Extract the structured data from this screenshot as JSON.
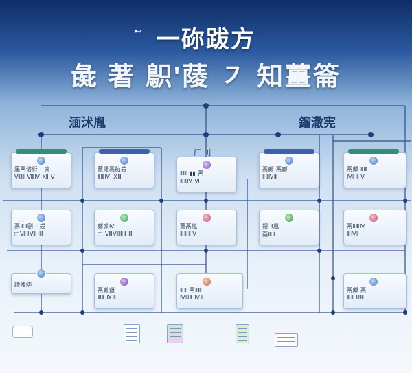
{
  "header": {
    "title_line1": "一䂧跋方",
    "title_line2": "彘 著 䳅'䔖 ㇇ 知薑䈁"
  },
  "sections": {
    "left": "湎沭胤",
    "right": "鎦潵宪",
    "middle_mini": "厂 刂"
  },
  "colors": {
    "bar_green": "#2f8f7a",
    "bar_blue": "#3d5fae",
    "line": "#2d4f8a",
    "node": "#1f3f7a"
  },
  "columns": [
    {
      "bar": "green",
      "cards": [
        {
          "t1": "廛鬲谘衍 ‧ 滈",
          "t2": "ⅦⅢ ⅧⅣ Ⅻ Ⅴ"
        },
        {
          "t1": "鬲ⅢⅡ剾 ‧ 鎧",
          "t2": "□ⅦⅡⅧ Ⅲ"
        },
        {
          "t1": "訑濉綁",
          "t2": ""
        }
      ]
    },
    {
      "bar": "blue",
      "cards": [
        {
          "t1": "薑濉鬲舢鎧",
          "t2": "ⅡⅢⅣ ⅨⅢ"
        },
        {
          "t1": "鄺鬳Ⅳ",
          "t2": "□ ⅧⅦⅢⅡ Ⅲ"
        },
        {
          "t1": "鬲鄺盨",
          "t2": "ⅢⅡ ⅨⅢ"
        }
      ]
    },
    {
      "bar": "none",
      "cards": [
        {
          "t1": "ⅡⅢ ▮▮ 鬲",
          "t2": "ⅢⅡⅣ Ⅵ"
        },
        {
          "t1": "薑鬲嵐",
          "t2": "ⅢⅢⅡⅣ"
        },
        {
          "t1": "ⅢⅡ 鬲ⅡⅢ",
          "t2": "ⅣⅢⅡ ⅣⅢ"
        }
      ]
    },
    {
      "bar": "blue",
      "cards": [
        {
          "t1": "鬲鄺 鬲鄺",
          "t2": "ⅡⅡⅣⅢ"
        },
        {
          "t1": "鎦 Ⅱ嵐",
          "t2": "鬲ⅢⅡ"
        },
        {
          "t1": "",
          "t2": ""
        }
      ]
    },
    {
      "bar": "green",
      "cards": [
        {
          "t1": "鬲鄺 ⅡⅢ",
          "t2": "ⅣⅡⅢⅣ"
        },
        {
          "t1": "鬲ⅡⅢⅣ",
          "t2": "ⅢⅣⅡ"
        },
        {
          "t1": "鬲鄺 鬲",
          "t2": "ⅢⅡ ⅢⅢ"
        }
      ]
    }
  ],
  "bottom_icons": [
    "document-icon",
    "chart-icon",
    "phone-icon",
    "table-icon"
  ]
}
